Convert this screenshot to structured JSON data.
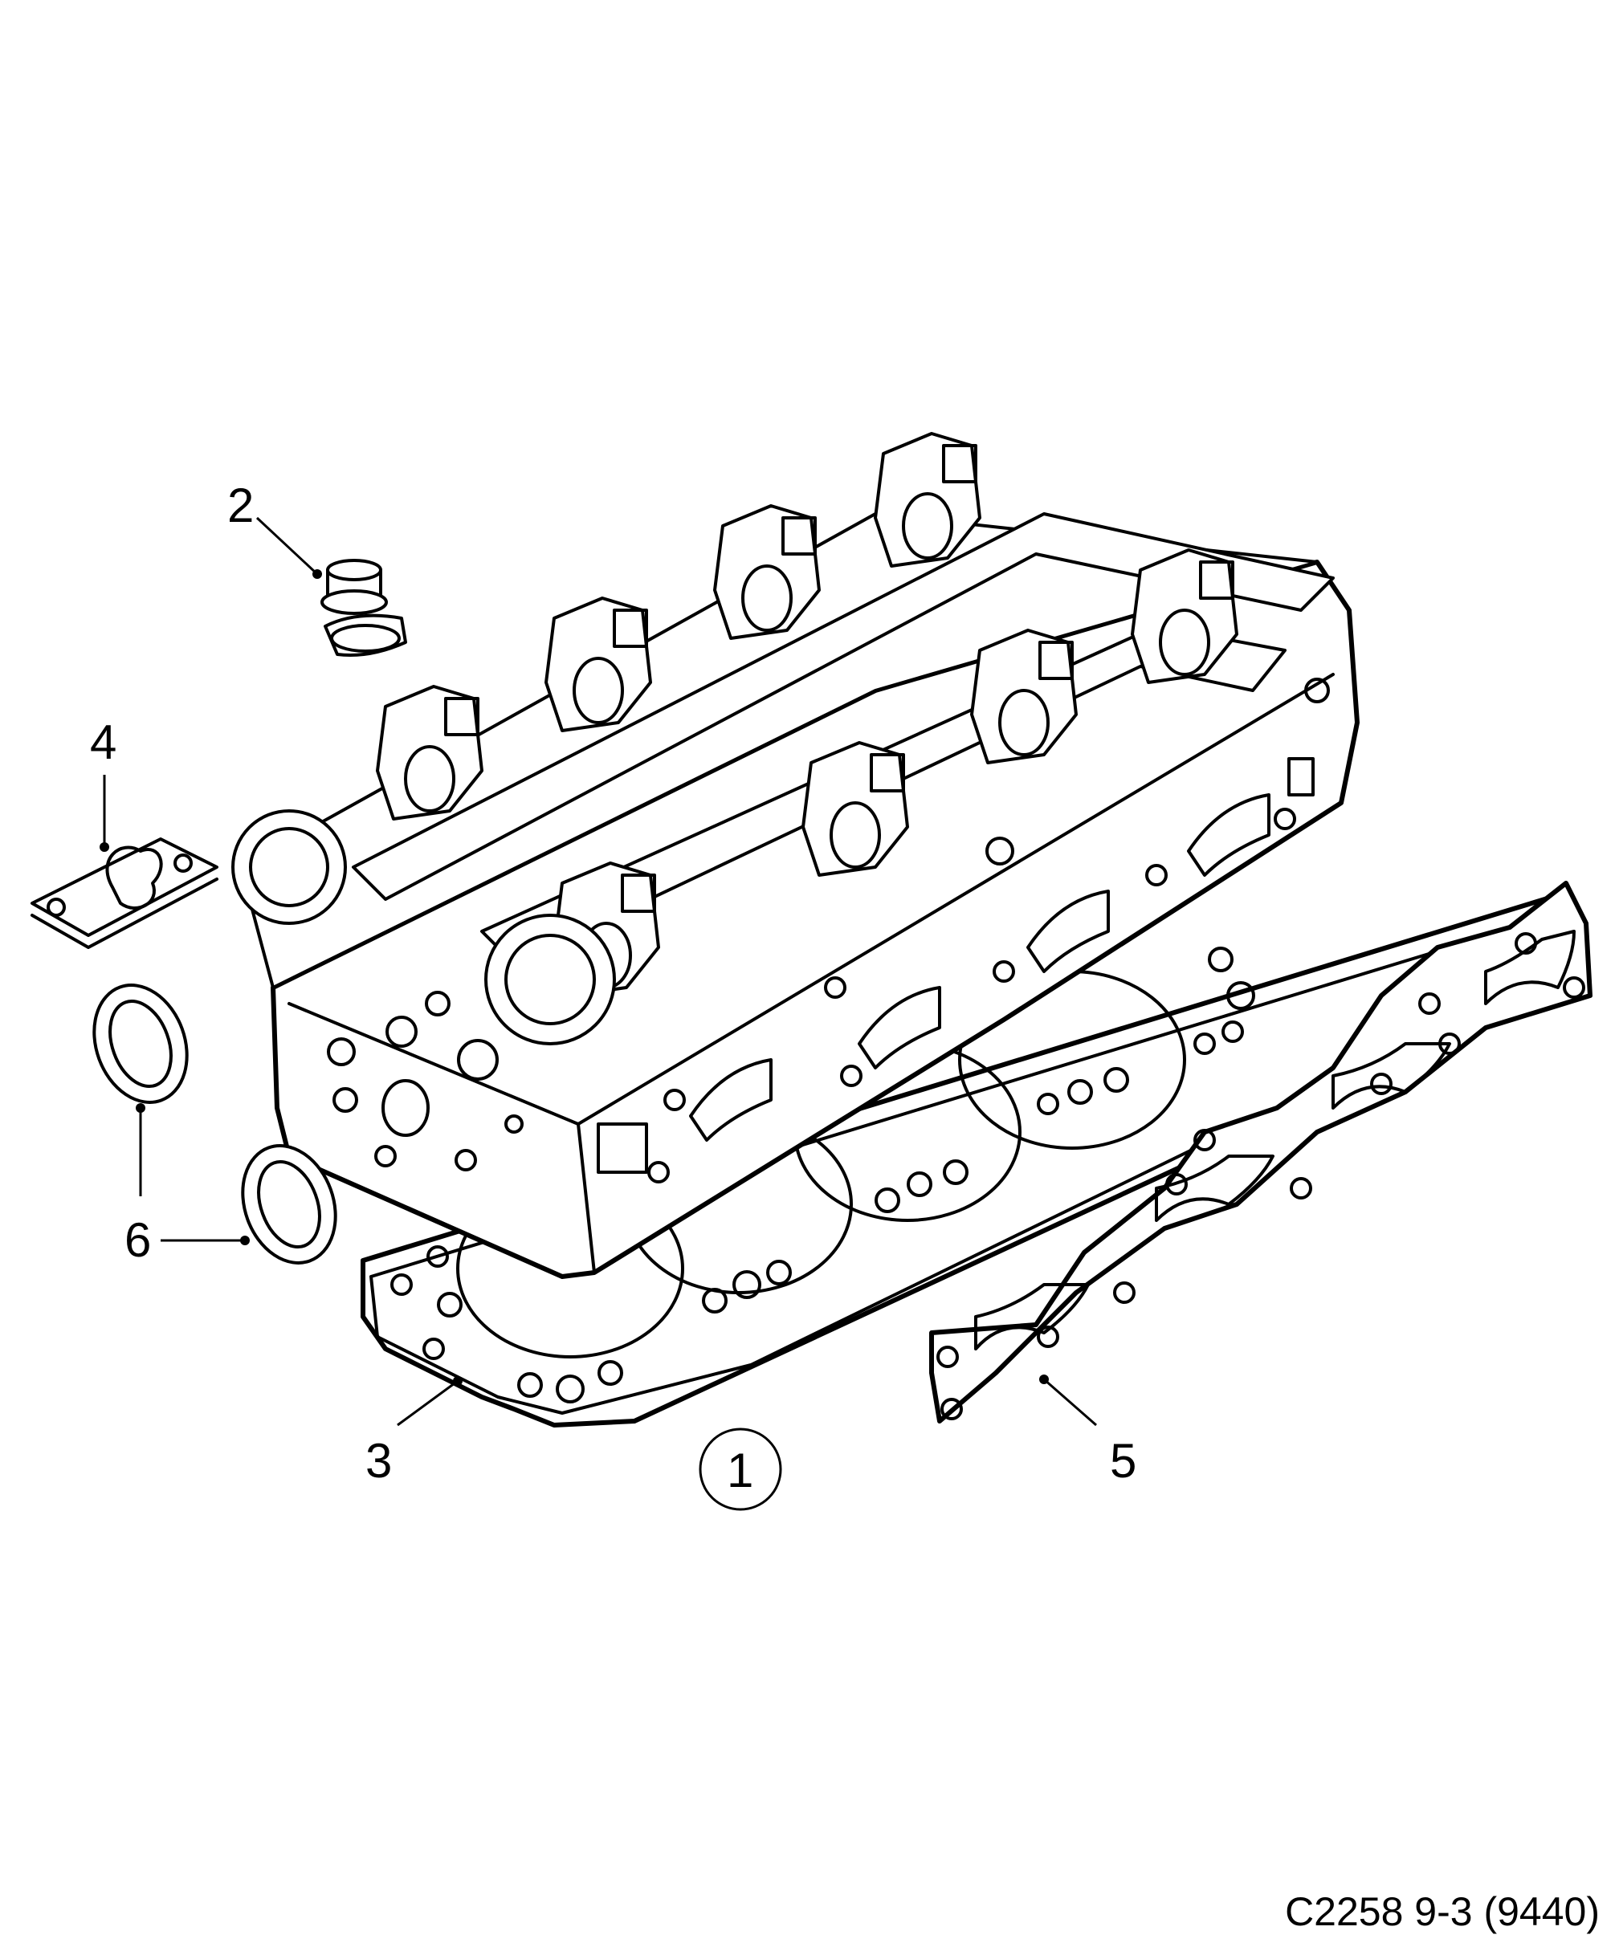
{
  "callouts": {
    "c1": "1",
    "c2": "2",
    "c3": "3",
    "c4": "4",
    "c5": "5",
    "c6": "6"
  },
  "caption": "C2258 9-3 (9440)"
}
